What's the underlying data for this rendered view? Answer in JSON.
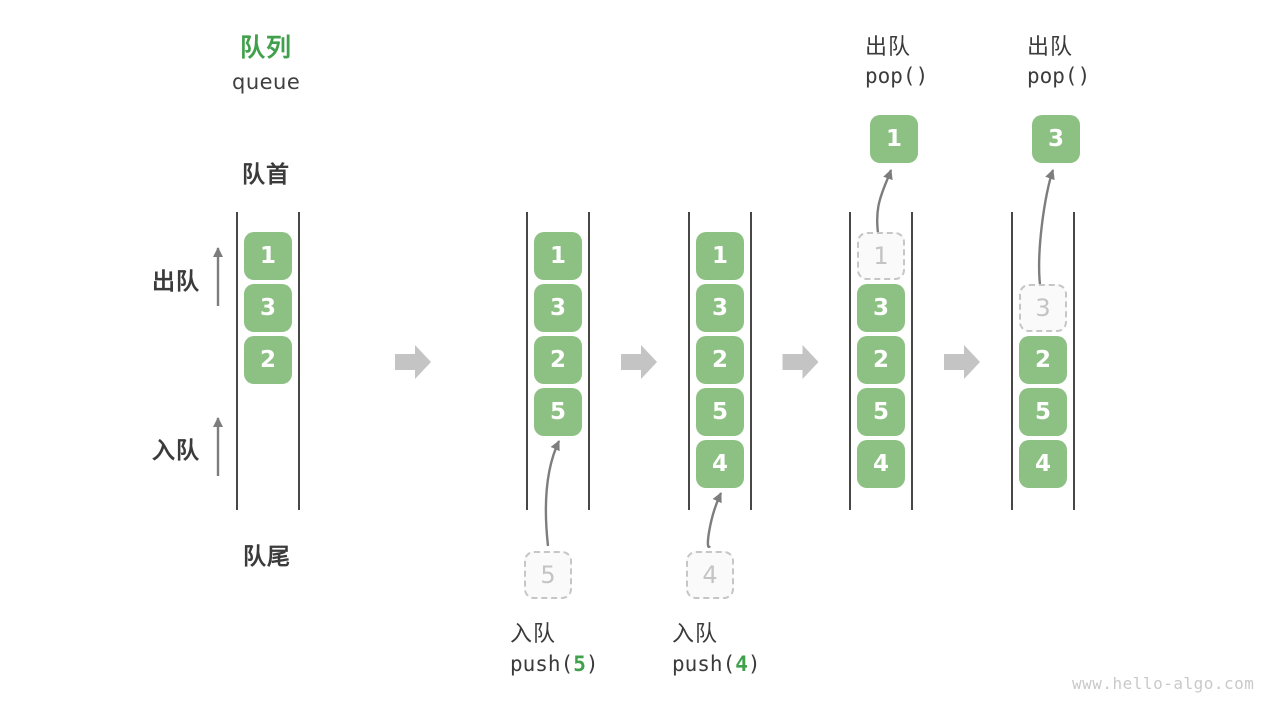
{
  "title": {
    "zh": "队列",
    "en": "queue"
  },
  "side_labels": {
    "front": "队首",
    "rear": "队尾",
    "dequeue": "出队",
    "enqueue": "入队"
  },
  "watermark": "www.hello-algo.com",
  "colors": {
    "item_green": "#8dc184",
    "accent_green": "#41a04b",
    "wall_dark": "#474747",
    "text_dark": "#3b3b3b",
    "arrow_gray": "#7d7d7d",
    "big_arrow_gray": "#c4c4c4",
    "ghost_border": "#c6c6c6",
    "ghost_text": "#c4c4c4"
  },
  "states": [
    {
      "slots": [
        {
          "slot": 0,
          "value": "1"
        },
        {
          "slot": 1,
          "value": "3"
        },
        {
          "slot": 2,
          "value": "2"
        }
      ]
    },
    {
      "slots": [
        {
          "slot": 0,
          "value": "1"
        },
        {
          "slot": 1,
          "value": "3"
        },
        {
          "slot": 2,
          "value": "2"
        },
        {
          "slot": 3,
          "value": "5"
        }
      ],
      "enqueue": {
        "label": "入队",
        "code_pre": "push(",
        "arg": "5",
        "code_post": ")",
        "ghost_value": "5"
      }
    },
    {
      "slots": [
        {
          "slot": 0,
          "value": "1"
        },
        {
          "slot": 1,
          "value": "3"
        },
        {
          "slot": 2,
          "value": "2"
        },
        {
          "slot": 3,
          "value": "5"
        },
        {
          "slot": 4,
          "value": "4"
        }
      ],
      "enqueue": {
        "label": "入队",
        "code_pre": "push(",
        "arg": "4",
        "code_post": ")",
        "ghost_value": "4"
      }
    },
    {
      "slots": [
        {
          "slot": 0,
          "value": "1",
          "ghost": true
        },
        {
          "slot": 1,
          "value": "3"
        },
        {
          "slot": 2,
          "value": "2"
        },
        {
          "slot": 3,
          "value": "5"
        },
        {
          "slot": 4,
          "value": "4"
        }
      ],
      "dequeue": {
        "label": "出队",
        "code": "pop()",
        "result": "1"
      }
    },
    {
      "slots": [
        {
          "slot": 1,
          "value": "3",
          "ghost": true
        },
        {
          "slot": 2,
          "value": "2"
        },
        {
          "slot": 3,
          "value": "5"
        },
        {
          "slot": 4,
          "value": "4"
        }
      ],
      "dequeue": {
        "label": "出队",
        "code": "pop()",
        "result": "3"
      }
    }
  ]
}
